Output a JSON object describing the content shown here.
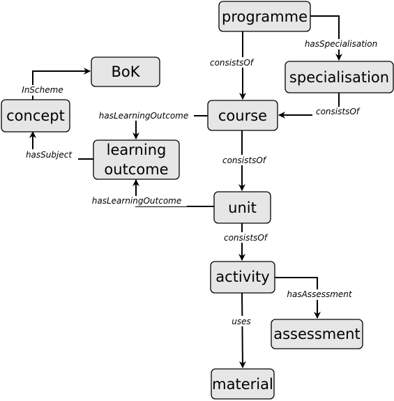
{
  "nodes": {
    "programme": "programme",
    "specialisation": "specialisation",
    "bok": "BoK",
    "concept": "concept",
    "course": "course",
    "learning_outcome": [
      "learning",
      "outcome"
    ],
    "unit": "unit",
    "activity": "activity",
    "assessment": "assessment",
    "material": "material"
  },
  "edges": {
    "programme_consists_of_course": "consistsOf",
    "programme_has_specialisation": "hasSpecialisation",
    "specialisation_consists_of_course": "consistsOf",
    "concept_in_scheme_bok": "InScheme",
    "course_has_learning_outcome": "hasLearningOutcome",
    "learning_outcome_has_subject": "hasSubject",
    "course_consists_of_unit": "consistsOf",
    "unit_has_learning_outcome": "hasLearningOutcome",
    "unit_consists_of_activity": "consistsOf",
    "activity_has_assessment": "hasAssessment",
    "activity_uses_material": "uses"
  },
  "colors": {
    "node_fill": "#e6e6e6",
    "stroke": "#000000",
    "background": "#ffffff"
  }
}
